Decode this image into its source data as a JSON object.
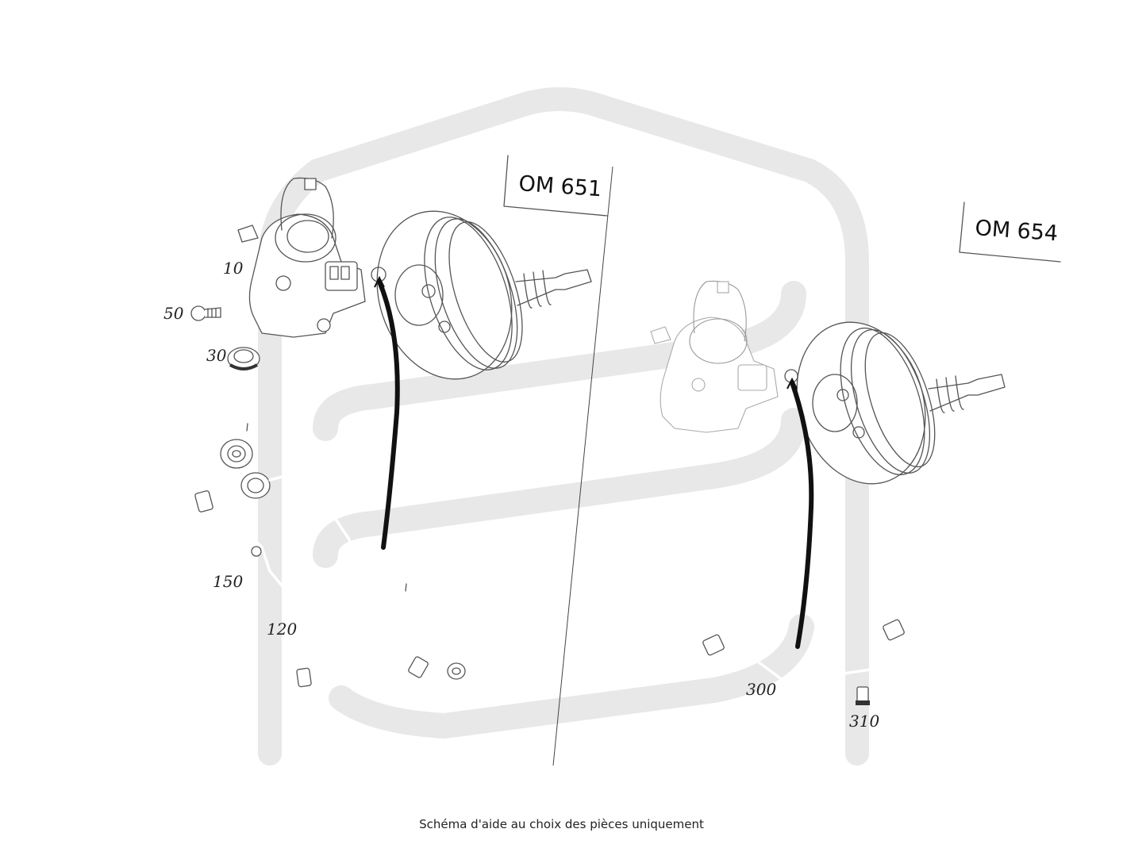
{
  "caption": "Schéma d'aide au choix des pièces uniquement",
  "engines": {
    "left": "OM 651",
    "right": "OM 654"
  },
  "callouts": {
    "p10": "10",
    "p50": "50",
    "p30": "30",
    "p150": "150",
    "p120": "120",
    "p300": "300",
    "p310": "310"
  },
  "watermark": {
    "icon": "logo-watermark-icon",
    "color": "#e8e8e8"
  },
  "line_color": "#555555",
  "hose_color": "#111111"
}
